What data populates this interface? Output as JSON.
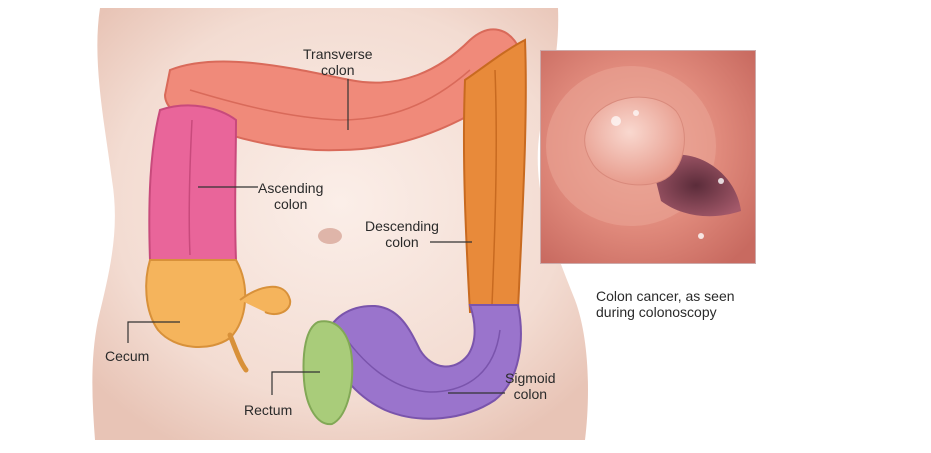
{
  "labels": {
    "transverse": {
      "line1": "Transverse",
      "line2": "colon"
    },
    "ascending": {
      "line1": "Ascending",
      "line2": "colon"
    },
    "descending": {
      "line1": "Descending",
      "line2": "colon"
    },
    "cecum": "Cecum",
    "rectum": "Rectum",
    "sigmoid": {
      "line1": "Sigmoid",
      "line2": "colon"
    }
  },
  "inset_caption": {
    "line1": "Colon cancer, as seen",
    "line2": "during colonoscopy"
  },
  "colors": {
    "skin": "#f6e2da",
    "transverse": "#f08a7a",
    "ascending": "#e9659a",
    "descending": "#e88a3a",
    "cecum": "#f5b45c",
    "sigmoid": "#9a74cc",
    "rectum": "#a9cc7a",
    "inset_bg": "#d98278"
  }
}
